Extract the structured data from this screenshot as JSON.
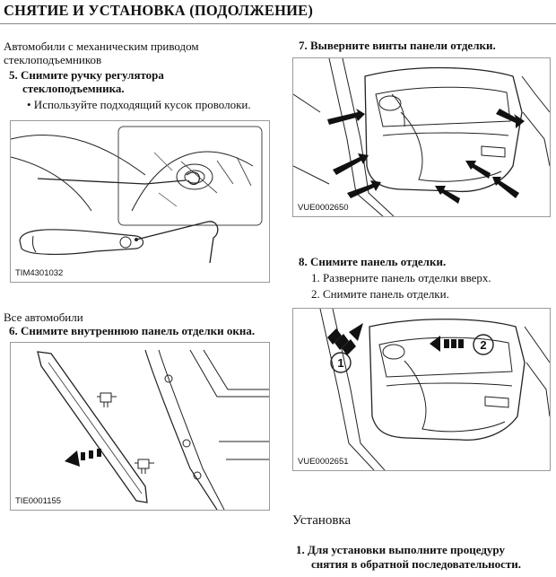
{
  "title": "СНЯТИЕ И УСТАНОВКА (ПОДОЛЖЕНИЕ)",
  "left": {
    "note1": "Автомобили с механическим приводом",
    "note2": "стеклоподъемников",
    "step5_line1": "5. Снимите ручку регулятора",
    "step5_line2": "стеклоподъемника.",
    "step5_bullet": "• Используйте подходящий кусок  проволоки.",
    "fig1_code": "TIM4301032",
    "note3": "Все автомобили",
    "step6": "6. Снимите внутреннюю панель отделки  окна.",
    "fig2_code": "TIE0001155"
  },
  "right": {
    "step7": "7. Выверните винты панели отделки.",
    "fig3_code": "VUE0002650",
    "step8": "8. Снимите панель отделки.",
    "step8_sub1": "1. Разверните панель отделки вверх.",
    "step8_sub2": "2. Снимите панель отделки.",
    "fig4_code": "VUE0002651",
    "fig4_label1": "1",
    "fig4_label2": "2",
    "install_heading": "Установка",
    "install_step_line1": "1. Для установки выполните процедуру",
    "install_step_line2": "снятия в обратной последовательности."
  }
}
